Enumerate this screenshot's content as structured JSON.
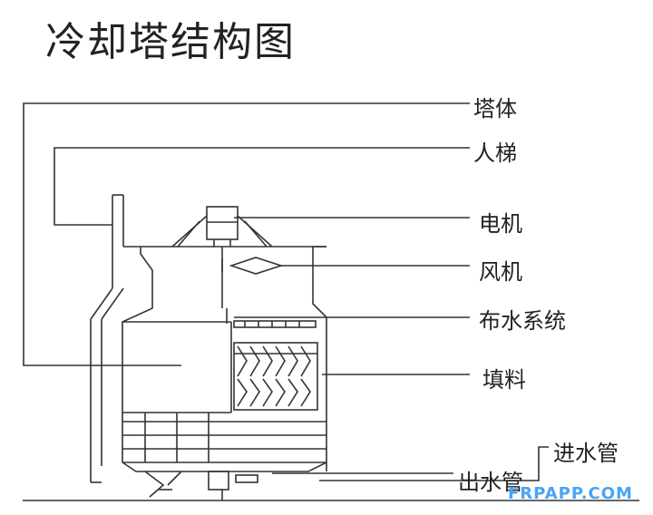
{
  "title": "冷却塔结构图",
  "labels": {
    "tower_body": "塔体",
    "ladder": "人梯",
    "motor": "电机",
    "fan": "风机",
    "water_distribution": "布水系统",
    "fill": "填料",
    "inlet_pipe": "进水管",
    "outlet_pipe": "出水管"
  },
  "watermark": "FRPAPP.COM"
}
